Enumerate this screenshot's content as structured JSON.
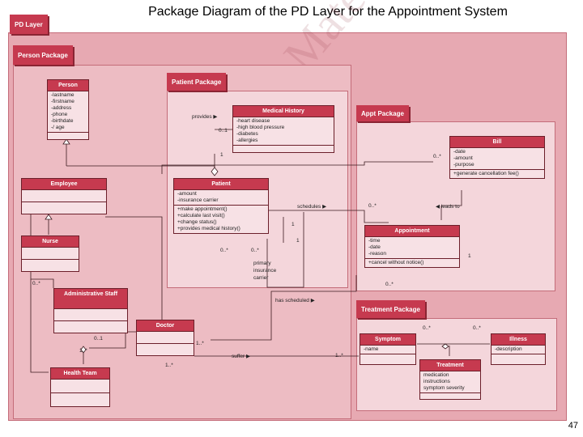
{
  "title": "Package Diagram of the PD Layer for the Appointment System",
  "page_number": "47",
  "watermark": "Copyrighted Material",
  "packages": {
    "pd_layer": "PD Layer",
    "person": "Person Package",
    "patient": "Patient Package",
    "appt": "Appt Package",
    "treatment": "Treatment Package"
  },
  "classes": {
    "person": {
      "name": "Person",
      "attributes": [
        "-lastname",
        "-firstname",
        "-address",
        "-phone",
        "-birthdate",
        "-/ age"
      ]
    },
    "employee": {
      "name": "Employee"
    },
    "nurse": {
      "name": "Nurse"
    },
    "admin": {
      "name": "Administrative Staff"
    },
    "doctor": {
      "name": "Doctor"
    },
    "health_team": {
      "name": "Health Team"
    },
    "medical_history": {
      "name": "Medical History",
      "attributes": [
        "-heart disease",
        "-high blood pressure",
        "-diabetes",
        "-allergies"
      ]
    },
    "patient": {
      "name": "Patient",
      "attributes": [
        "-amount",
        "-insurance carrier"
      ],
      "operations": [
        "+make appointment()",
        "+calculate last visit()",
        "+change status()",
        "+provides medical history()"
      ]
    },
    "bill": {
      "name": "Bill",
      "attributes": [
        "-date",
        "-amount",
        "-purpose"
      ],
      "operations": [
        "+generate cancellation fee()"
      ]
    },
    "appointment": {
      "name": "Appointment",
      "attributes": [
        "-time",
        "-date",
        "-reason"
      ],
      "operations": [
        "+cancel without notice()"
      ]
    },
    "symptom": {
      "name": "Symptom",
      "attributes": [
        "-name"
      ]
    },
    "illness": {
      "name": "Illness",
      "attributes": [
        "-description"
      ]
    },
    "treatment": {
      "name": "Treatment",
      "attributes": [
        "medication",
        "instructions",
        "symptom severity"
      ]
    }
  },
  "labels": {
    "provides": "provides",
    "mh_mult": "0..1",
    "patient_mult_top": "1",
    "schedules": "schedules",
    "appt_mult_sched": "0..*",
    "leads_to": "leads to",
    "bill_mult": "0..*",
    "appt_one": "1",
    "sched_one": "1",
    "role_primary": "primary",
    "role_insurance": "insurance",
    "role_carrier": "carrier",
    "pat_mult_a": "0..*",
    "pat_mult_b": "0..*",
    "appt_mult_bottom": "0..*",
    "has_scheduled": "has scheduled",
    "admin_mult": "0..*",
    "doc_mult": "0..1",
    "ht_mult": "1..*",
    "ht_mult_b": "1..*",
    "doc_mult_b": "1..*",
    "suffer": "suffer",
    "suffer_mult": "1..*",
    "sym_mult": "0..*",
    "ill_mult": "0..*"
  }
}
